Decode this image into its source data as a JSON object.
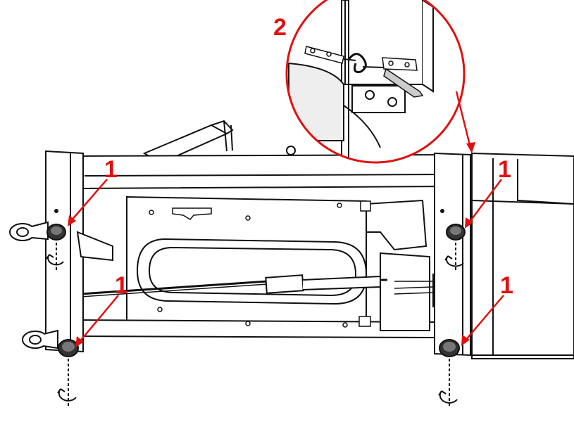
{
  "callouts": {
    "detail_step": "2",
    "foot_front_left": "1",
    "foot_rear_left": "1",
    "foot_front_right": "1",
    "foot_rear_right": "1"
  },
  "colors": {
    "callout": "#e01010",
    "line": "#111111",
    "fill": "#ffffff",
    "shade": "#d8d8d8"
  },
  "icons": [
    "leveling-foot-icon",
    "rotate-arrow-icon",
    "caster-wheel-icon",
    "wire-connector-icon"
  ]
}
